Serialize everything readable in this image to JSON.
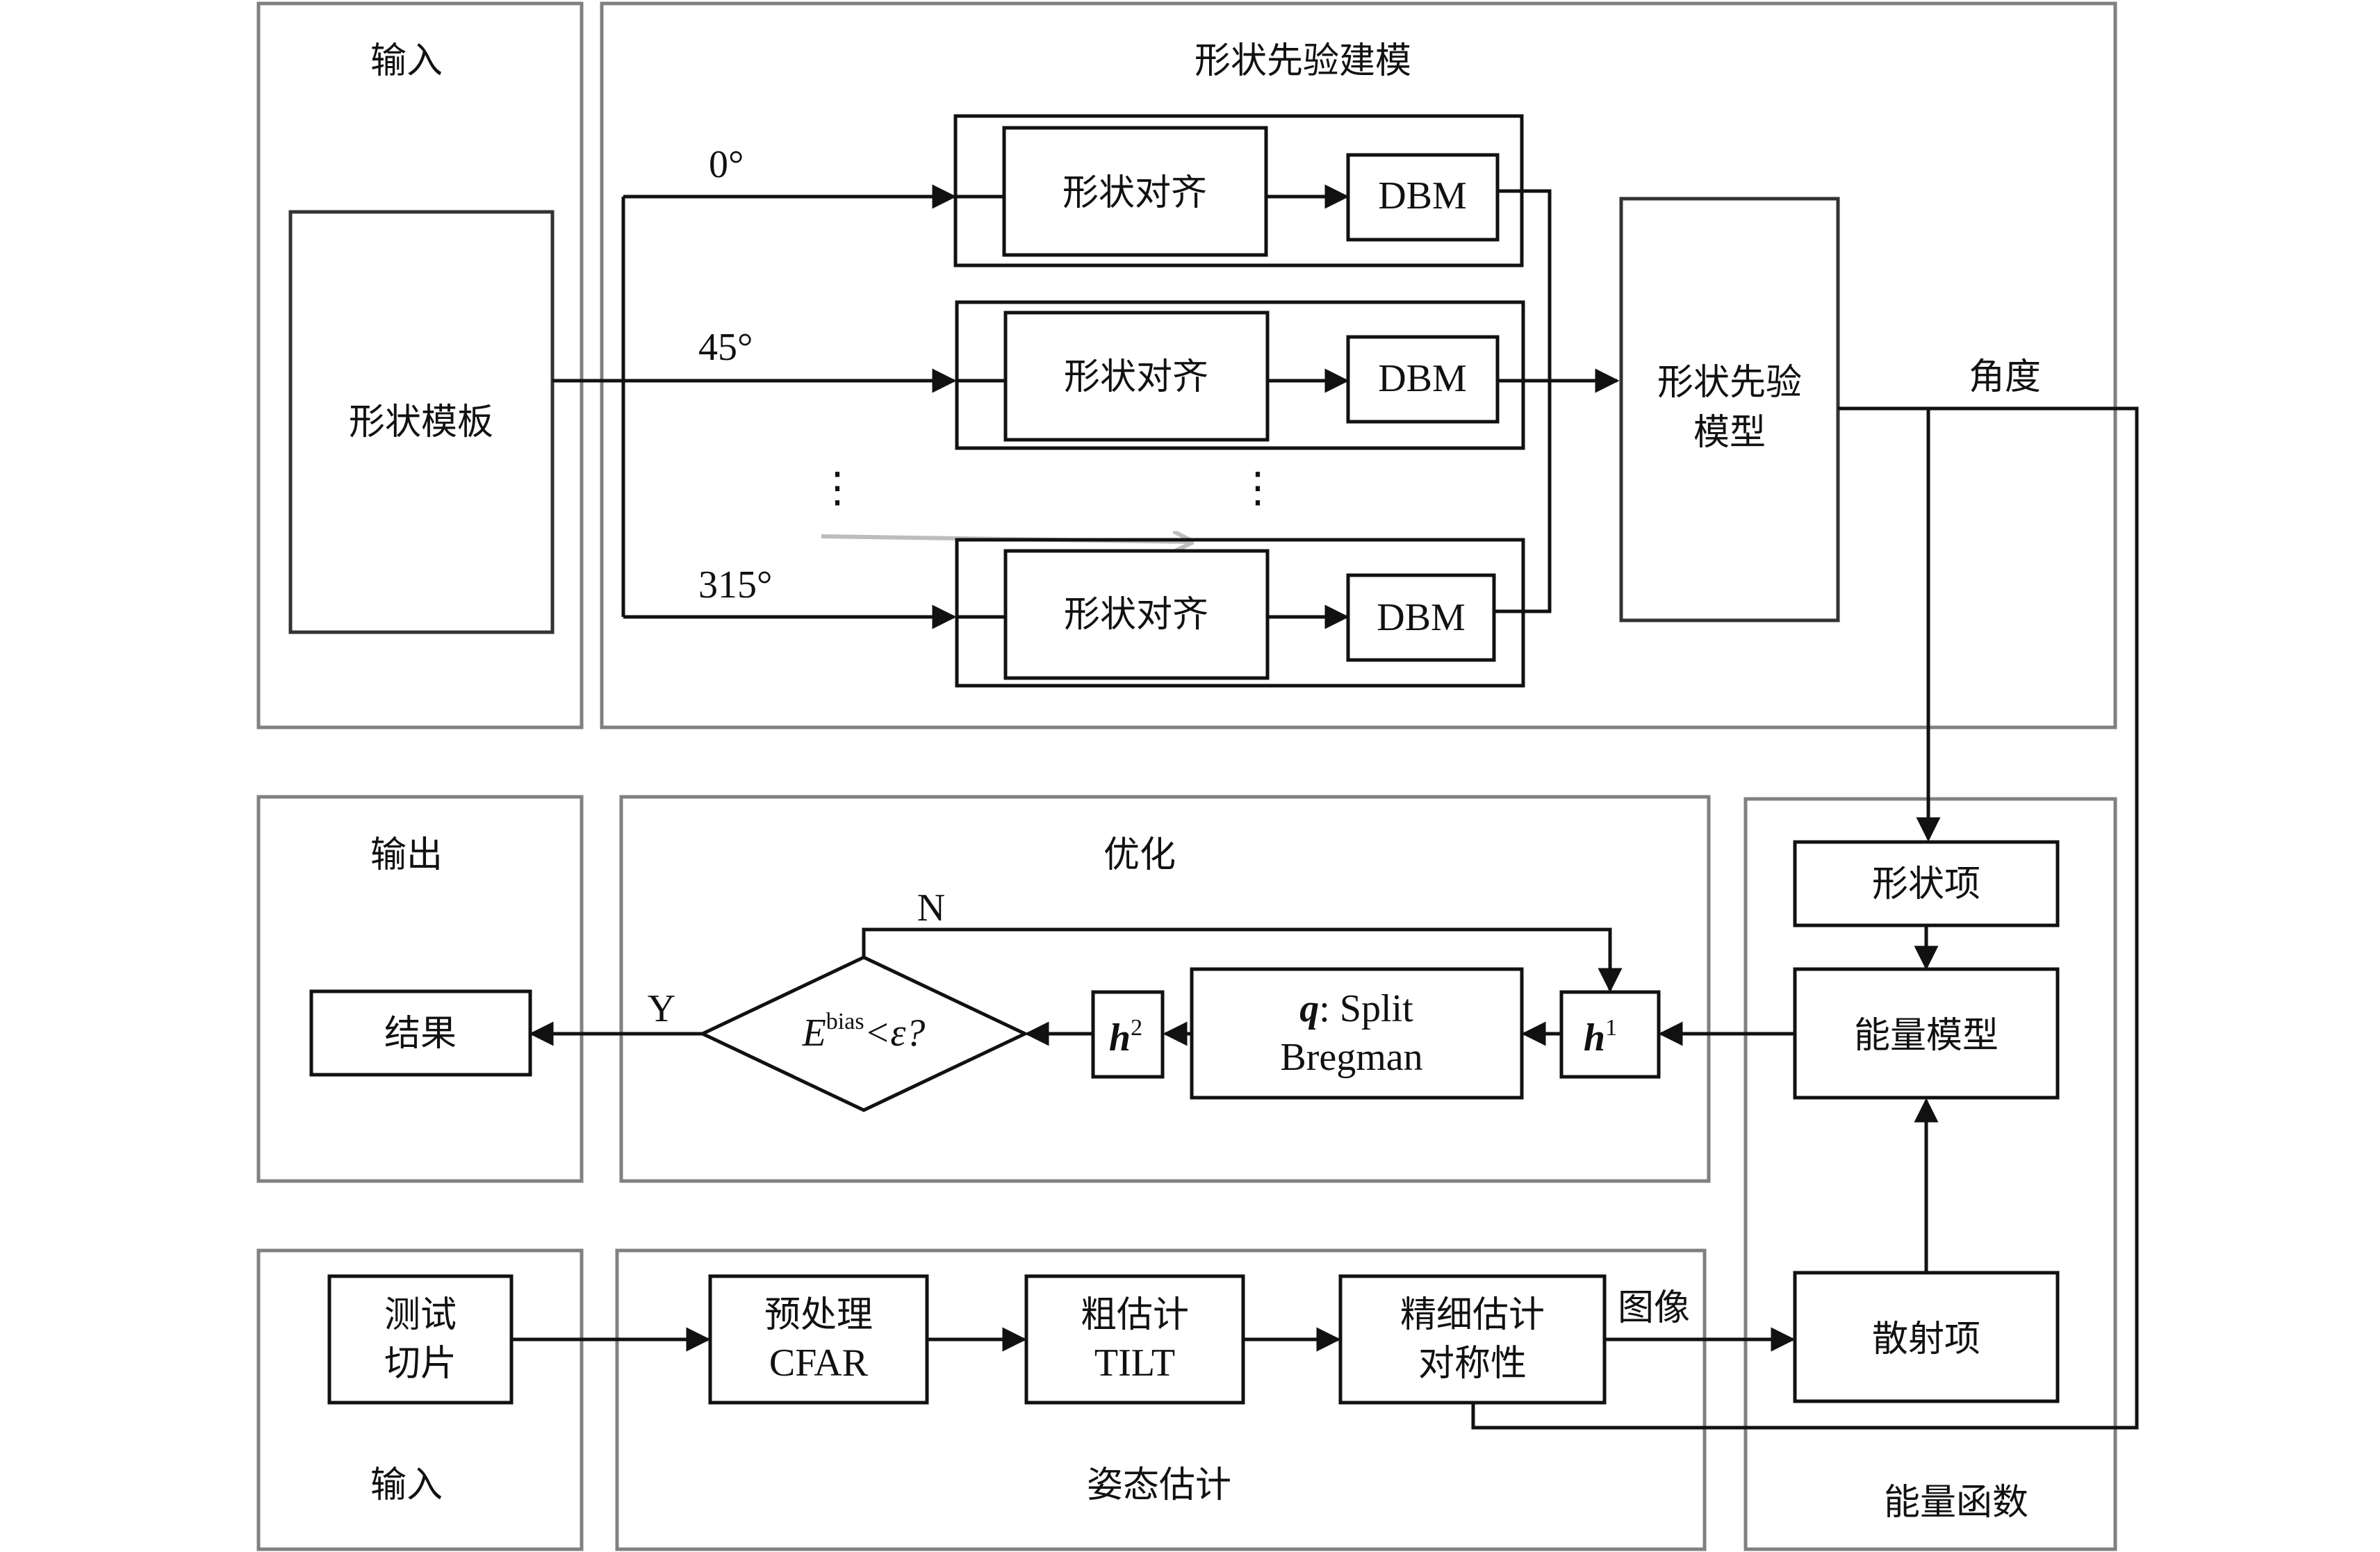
{
  "colors": {
    "panel_border": "#808080",
    "box_border": "#111111",
    "background": "#ffffff"
  },
  "panels": {
    "input_top": {
      "title": "输入"
    },
    "shape_prior_modeling": {
      "title": "形状先验建模"
    },
    "output": {
      "title": "输出"
    },
    "optimization": {
      "title": "优化"
    },
    "input_bottom": {
      "title": "输入"
    },
    "pose_estimation": {
      "title": "姿态估计"
    },
    "energy_function": {
      "title": "能量函数"
    }
  },
  "nodes": {
    "shape_template": "形状模板",
    "branches": [
      {
        "angle": "0°",
        "align": "形状对齐",
        "dbm": "DBM"
      },
      {
        "angle": "45°",
        "align": "形状对齐",
        "dbm": "DBM"
      },
      {
        "angle": "315°",
        "align": "形状对齐",
        "dbm": "DBM"
      }
    ],
    "ellipsis": "⋮",
    "shape_prior_model": {
      "line1": "形状先验",
      "line2": "模型"
    },
    "angle_label": "角度",
    "result": "结果",
    "decision": {
      "base": "E",
      "sup": "bias",
      "rest": "<ε?"
    },
    "yes_label": "Y",
    "no_label": "N",
    "h2": {
      "base": "h",
      "sup": "2"
    },
    "split_bregman": {
      "var": "q",
      "line1_rest": ": Split",
      "line2": "Bregman"
    },
    "h1": {
      "base": "h",
      "sup": "1"
    },
    "shape_term": "形状项",
    "energy_model": "能量模型",
    "scattering_term": "散射项",
    "test_slice": {
      "line1": "测试",
      "line2": "切片"
    },
    "preprocess": {
      "line1": "预处理",
      "line2": "CFAR"
    },
    "coarse_estimation": {
      "line1": "粗估计",
      "line2": "TILT"
    },
    "fine_estimation": {
      "line1": "精细估计",
      "line2": "对称性"
    },
    "image_label": "图像"
  }
}
